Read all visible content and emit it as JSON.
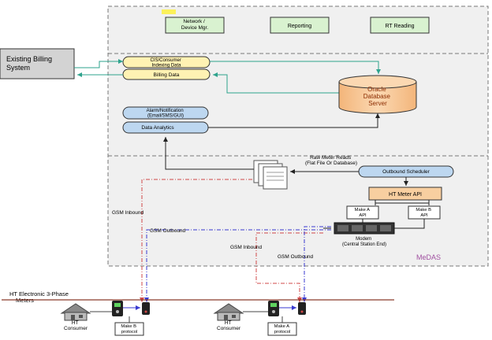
{
  "existing_billing_system": "Existing Billing System",
  "top_modules": {
    "network": "Network / Device Mgr.",
    "reporting": "Reporting",
    "rt_reading": "RT Reading"
  },
  "cis_indexing": "CIS/Consumer Indexing Data",
  "billing_data": "Billing Data",
  "oracle": "Oracle Database Server",
  "alarm": "Alarm/Notification (Email/SMS/GUI)",
  "data_analytics": "Data Analytics",
  "raw_meter_reads": "Raw Meter Reads (Flat File Or Database)",
  "outbound_scheduler": "Outbound Scheduler",
  "ht_meter_api": "HT Meter API",
  "make_a_api": "Make A API",
  "make_b_api": "Make B API",
  "modem": "Modem (Central Station End)",
  "gsm_inbound_1": "GSM Inbound",
  "gsm_outbound_1": "GSM Outbound",
  "gsm_inbound_2": "GSM Inbound",
  "gsm_outbound_2": "GSM Outbound",
  "medas": "MeDAS",
  "ht_meters": "HT Electronic 3-Phase Meters",
  "consumer_1": "HT Consumer",
  "consumer_2": "HT Consumer",
  "make_b_protocol": "Make B protocol",
  "make_a_protocol": "Make A protocol",
  "colors": {
    "module_green": "#d9f2d0",
    "pill_yellow": "#fff2b3",
    "pill_blue": "#bdd7f0",
    "api_orange": "#f8cfa0",
    "oracle_orange": "#f7c89a",
    "medas_purple": "#a050a0",
    "link_teal": "#2ea38d",
    "gsm_red": "#d04848",
    "gsm_blue": "#3a3ad0"
  }
}
